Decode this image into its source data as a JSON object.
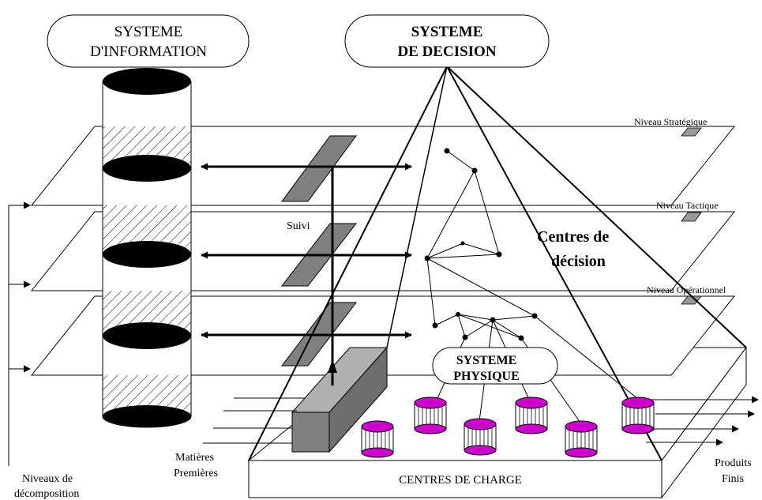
{
  "labels": {
    "info_line1": "SYSTEME",
    "info_line2": "D'INFORMATION",
    "decision_line1": "SYSTEME",
    "decision_line2": "DE DECISION",
    "level_strategic": "Niveau Stratégique",
    "level_tactical": "Niveau Tactique",
    "level_operational": "Niveau  Opérationnel",
    "suivi": "Suivi",
    "centres_line1": "Centres de",
    "centres_line2": "décision",
    "physical_line1": "SYSTEME",
    "physical_line2": "PHYSIQUE",
    "raw_line1": "Matières",
    "raw_line2": "Premières",
    "finished_line1": "Produits",
    "finished_line2": "Finis",
    "decomp_line1": "Niveaux de",
    "decomp_line2": "décomposition",
    "load_centres": "CENTRES DE CHARGE"
  },
  "colors": {
    "machine_fill": "#cc00cc",
    "block_fill": "#808080",
    "flag_fill": "#999999",
    "marker_fill": "#c0c0c0"
  }
}
